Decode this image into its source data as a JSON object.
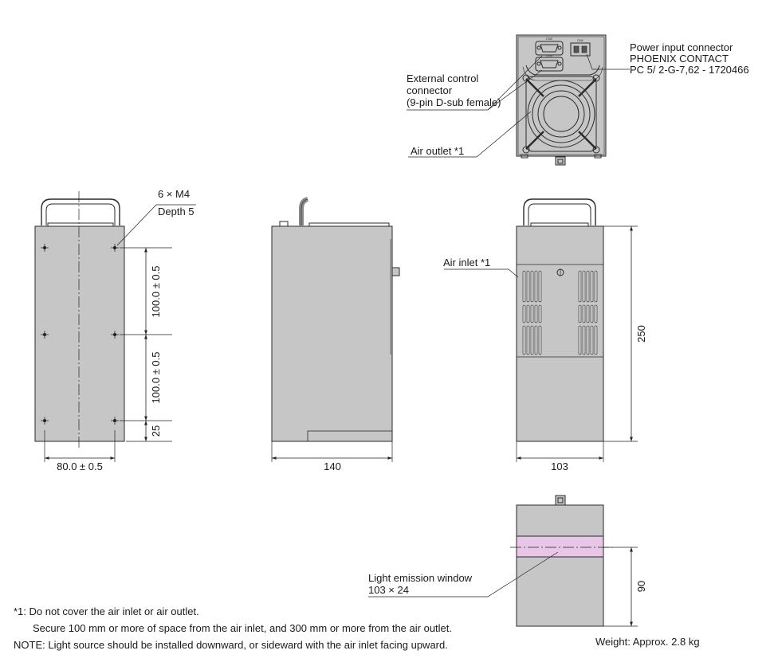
{
  "labels": {
    "power_connector": [
      "Power input connector",
      "PHOENIX CONTACT",
      "PC 5/ 2-G-7,62 - 1720466"
    ],
    "external_connector": [
      "External control",
      "connector",
      "(9-pin D-sub female)"
    ],
    "air_outlet": "Air outlet *1",
    "air_inlet": "Air inlet *1",
    "mounting_holes": [
      "6 × M4",
      "Depth 5"
    ],
    "emission_window": [
      "Light emission window",
      "103 × 24"
    ]
  },
  "connector_marks": {
    "cn2": "CN2",
    "cn3": "CN3",
    "cn1": "CN1"
  },
  "dimensions": {
    "hole_pitch_1": "100.0 ± 0.5",
    "hole_pitch_2": "100.0 ± 0.5",
    "hole_offset": "25",
    "hole_span": "80.0 ± 0.5",
    "depth": "140",
    "width": "103",
    "height": "250",
    "bottom_height": "90"
  },
  "notes": [
    "*1: Do not cover the air inlet or air outlet.",
    "Secure 100 mm or more of space from the air inlet, and 300 mm or more from the air outlet.",
    "NOTE: Light source should be installed downward, or sideward with the air inlet facing upward."
  ],
  "weight": "Weight: Approx. 2.8 kg",
  "colors": {
    "body": "#c6c6c6",
    "window": "#e8c6e8",
    "line": "#2a2a2a"
  }
}
